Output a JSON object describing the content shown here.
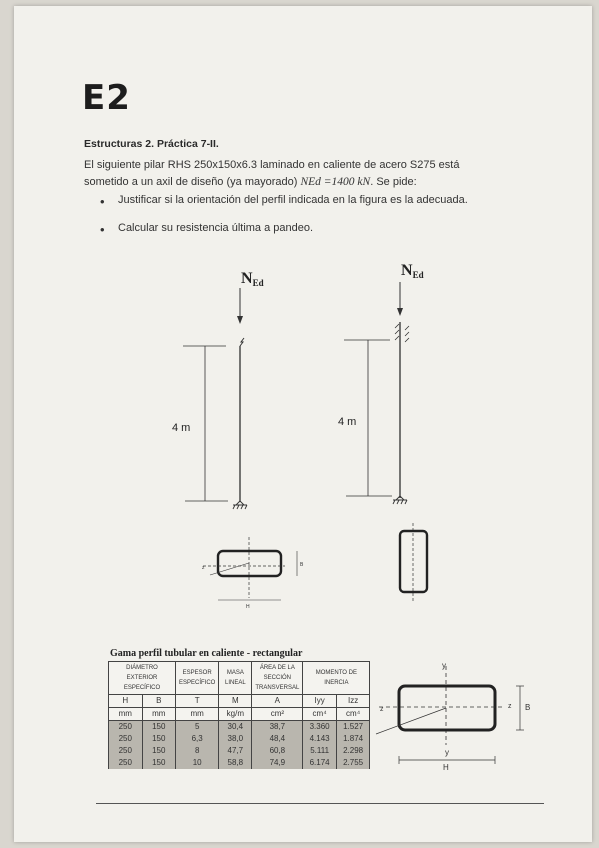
{
  "header": {
    "code": "E2",
    "subtitle": "Estructuras 2. Práctica 7-II."
  },
  "statement": {
    "line1": "El siguiente pilar RHS 250x150x6.3 laminado en caliente de acero S275 está",
    "line2_pre": "sometido a un axil de diseño (ya mayorado)",
    "formula": "NEd =1400 kN",
    "line2_post": ". Se pide:"
  },
  "tasks": [
    "Justificar si la orientación del perfil indicada en la figura es la adecuada.",
    "Calcular su resistencia última a pandeo."
  ],
  "figure": {
    "load_label": "NEd",
    "length_left": "4 m",
    "length_right": "4 m",
    "section_labels": {
      "y": "y",
      "z": "z",
      "H": "H",
      "B": "B"
    }
  },
  "table": {
    "title": "Gama perfil tubular en caliente - rectangular",
    "headers": [
      "DIÁMETRO EXTERIOR ESPECÍFICO",
      "ESPESOR ESPECÍFICO",
      "MASA LINEAL",
      "ÁREA DE LA SECCIÓN TRANSVERSAL",
      "MOMENTO DE INERCIA"
    ],
    "symbols": [
      "H",
      "B",
      "T",
      "M",
      "A",
      "Iyy",
      "Izz"
    ],
    "units": [
      "mm",
      "mm",
      "mm",
      "kg/m",
      "cm²",
      "cm⁴",
      "cm⁴"
    ],
    "rows": [
      [
        "250",
        "150",
        "5",
        "30,4",
        "38,7",
        "3.360",
        "1.527"
      ],
      [
        "250",
        "150",
        "6,3",
        "38,0",
        "48,4",
        "4.143",
        "1.874"
      ],
      [
        "250",
        "150",
        "8",
        "47,7",
        "60,8",
        "5.111",
        "2.298"
      ],
      [
        "250",
        "150",
        "10",
        "58,8",
        "74,9",
        "6.174",
        "2.755"
      ]
    ]
  }
}
